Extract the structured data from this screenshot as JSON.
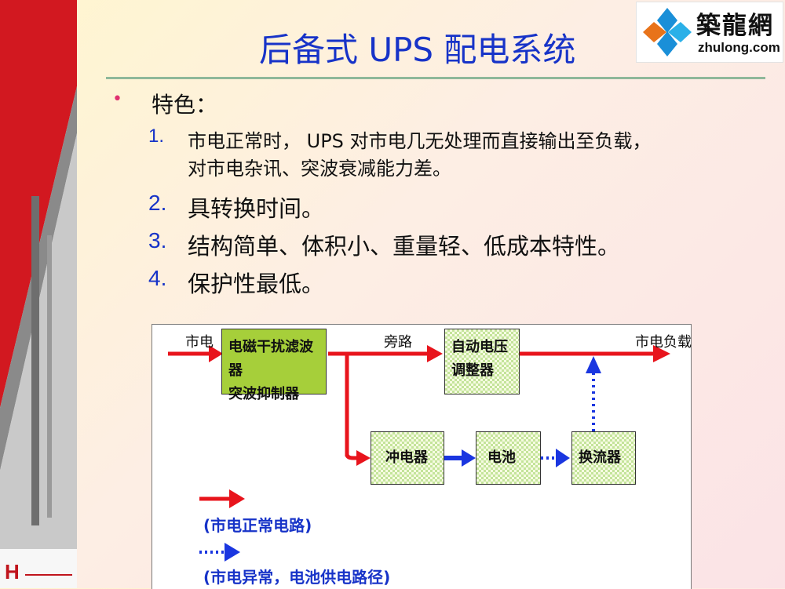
{
  "slide": {
    "title": "后备式 UPS 配电系统",
    "bullet_heading": "特色：",
    "items": [
      {
        "num": "1.",
        "lines": [
          "市电正常时， UPS 对市电几无处理而直接输出至负载，",
          "对市电杂讯、突波衰减能力差。"
        ]
      },
      {
        "num": "2.",
        "text": "具转换时间。"
      },
      {
        "num": "3.",
        "text": "结构简单、体积小、重量轻、低成本特性。"
      },
      {
        "num": "4.",
        "text": "保护性最低。"
      }
    ]
  },
  "logo": {
    "name": "築龍網",
    "url": "zhulong.com"
  },
  "diagram": {
    "labels": {
      "mains": "市电",
      "bypass": "旁路",
      "load": "市电负载"
    },
    "blocks": {
      "filter": [
        "电磁干扰滤波器",
        "突波抑制器"
      ],
      "regulator": [
        "自动电压",
        "调整器"
      ],
      "charger": "冲电器",
      "battery": "电池",
      "inverter": "换流器"
    },
    "legend": {
      "normal": "(市电正常电路)",
      "abnormal": "(市电异常，电池供电路径)"
    },
    "colors": {
      "normal_path": "#e8141c",
      "battery_path": "#1a36e0"
    }
  },
  "theme": {
    "title_color": "#1733c8",
    "bullet_color": "#e03070",
    "green_block": "#a6cf3a"
  }
}
